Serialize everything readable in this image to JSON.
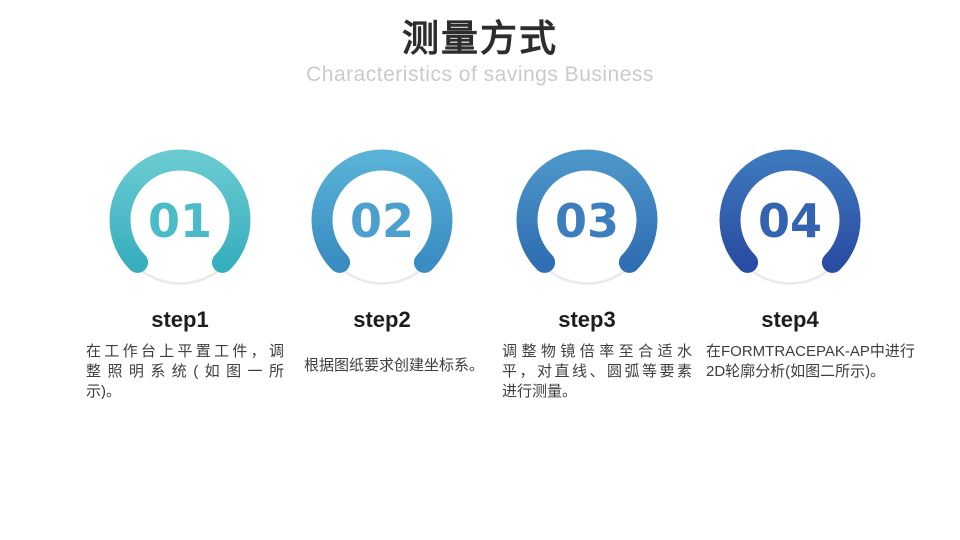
{
  "header": {
    "title": "测量方式",
    "subtitle": "Characteristics of savings Business"
  },
  "colors": {
    "title_text": "#2d2d2d",
    "subtitle_text": "#c9cacb",
    "label_text": "#1d1d1d",
    "body_text": "#3e3e3e",
    "ring_track": "#eaeaea"
  },
  "steps": [
    {
      "number": "01",
      "label": "step1",
      "body": [
        "在工作台上平置工件，调",
        "整照明系统(如图一所",
        "示)。"
      ],
      "ring_color_top": "#69CAD1",
      "ring_color_bottom": "#38AFBE",
      "number_color": "#4ABCC7"
    },
    {
      "number": "02",
      "label": "step2",
      "body": [
        "根据图纸要求创建坐标系。"
      ],
      "ring_color_top": "#58B1D7",
      "ring_color_bottom": "#3A8CC2",
      "number_color": "#4BA0CF"
    },
    {
      "number": "03",
      "label": "step3",
      "body": [
        "调整物镜倍率至合适水",
        "平，对直线、圆弧等要素",
        "进行测量。"
      ],
      "ring_color_top": "#4C95C8",
      "ring_color_bottom": "#2F6EB3",
      "number_color": "#3E7EBF"
    },
    {
      "number": "04",
      "label": "step4",
      "body": [
        "在FORMTRACEPAK-AP中进行",
        "2D轮廓分析(如图二所示)。"
      ],
      "ring_color_top": "#3D77BC",
      "ring_color_bottom": "#2A4DA3",
      "number_color": "#3464B1"
    }
  ]
}
